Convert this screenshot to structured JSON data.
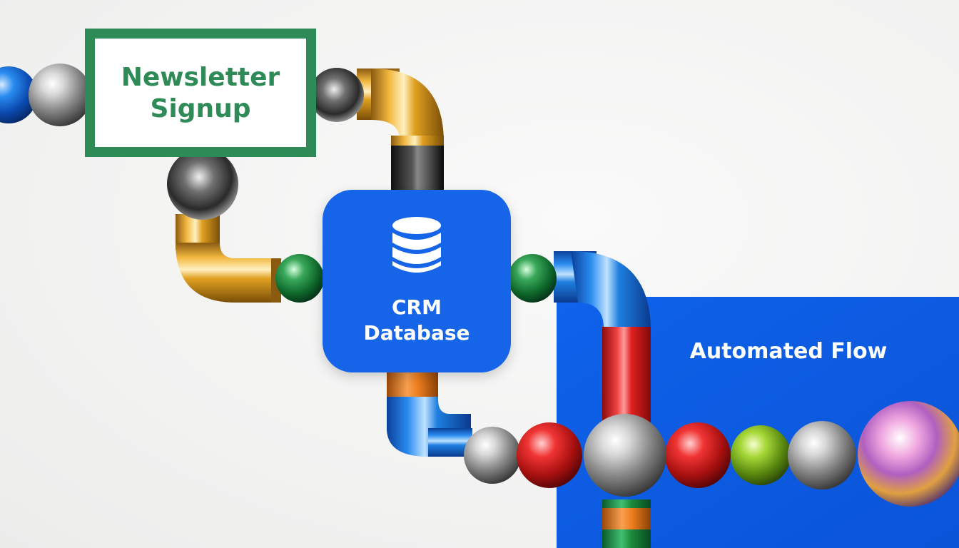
{
  "nodes": {
    "newsletter": {
      "line1": "Newsletter",
      "line2": "Signup",
      "color": "#2e8b57"
    },
    "crm": {
      "line1": "CRM",
      "line2": "Database",
      "color": "#1565e8"
    },
    "automated": {
      "label": "Automated Flow",
      "color": "#0d5ee8"
    }
  },
  "icons": {
    "database": "database-icon"
  },
  "colors": {
    "background": "#f4f4f3",
    "pipe_gold": "#e0a020",
    "pipe_blue": "#1f7fe0",
    "pipe_red": "#e02020",
    "pipe_orange": "#f07f20",
    "ball_chrome": "#b8b8b8",
    "ball_green": "#1e8a3c",
    "ball_red": "#e02424",
    "ball_lime": "#8cc820",
    "ball_iridescent": "#c070c0"
  }
}
